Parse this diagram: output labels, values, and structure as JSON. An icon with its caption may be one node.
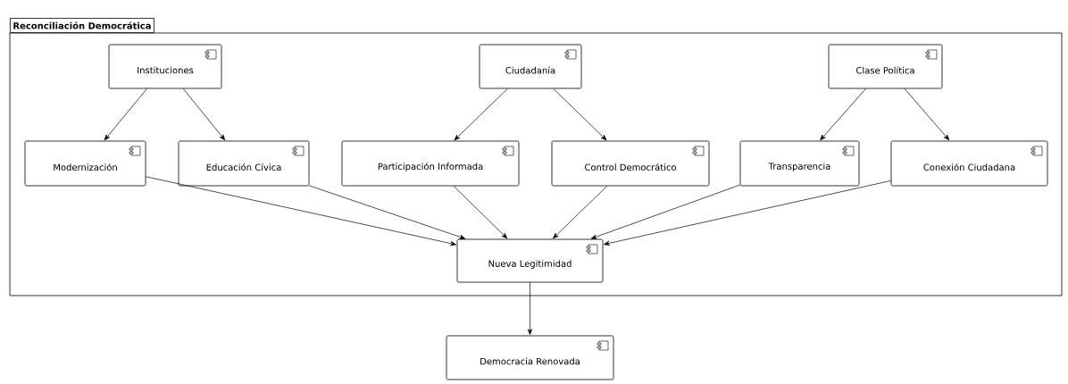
{
  "diagram": {
    "nodes": [
      {
        "text": [
          "Reconciliación Democrática"
        ]
      },
      {
        "text": [
          "Instituciones"
        ],
        "in": 0
      },
      {
        "text": [
          "Ciudadanía"
        ],
        "in": 0
      },
      {
        "text": [
          "Clase Política"
        ],
        "in": 0
      },
      {
        "text": [
          "Modernización"
        ],
        "in": 0
      },
      {
        "text": [
          "Educación Cívica"
        ],
        "in": 0
      },
      {
        "text": [
          "Participación Informada"
        ],
        "in": 0
      },
      {
        "text": [
          "Control Democrático"
        ],
        "in": 0
      },
      {
        "text": [
          "Transparencia"
        ],
        "in": 0
      },
      {
        "text": [
          "Conexión Ciudadana"
        ],
        "in": 0
      },
      {
        "text": [
          "Nueva Legitimidad"
        ],
        "in": 0
      },
      {
        "text": [
          "Democracia Renovada"
        ]
      }
    ],
    "edges": [
      {
        "from": 1,
        "to": 4,
        "arrow": "to"
      },
      {
        "from": 1,
        "to": 5,
        "arrow": "to"
      },
      {
        "from": 2,
        "to": 6,
        "arrow": "to"
      },
      {
        "from": 2,
        "to": 7,
        "arrow": "to"
      },
      {
        "from": 3,
        "to": 8,
        "arrow": "to"
      },
      {
        "from": 3,
        "to": 9,
        "arrow": "to"
      },
      {
        "from": 4,
        "to": 10,
        "arrow": "to"
      },
      {
        "from": 5,
        "to": 10,
        "arrow": "to"
      },
      {
        "from": 6,
        "to": 10,
        "arrow": "to"
      },
      {
        "from": 7,
        "to": 10,
        "arrow": "to"
      },
      {
        "from": 8,
        "to": 10,
        "arrow": "to"
      },
      {
        "from": 9,
        "to": 10,
        "arrow": "to"
      },
      {
        "from": 10,
        "to": 11,
        "arrow": "to"
      }
    ]
  }
}
